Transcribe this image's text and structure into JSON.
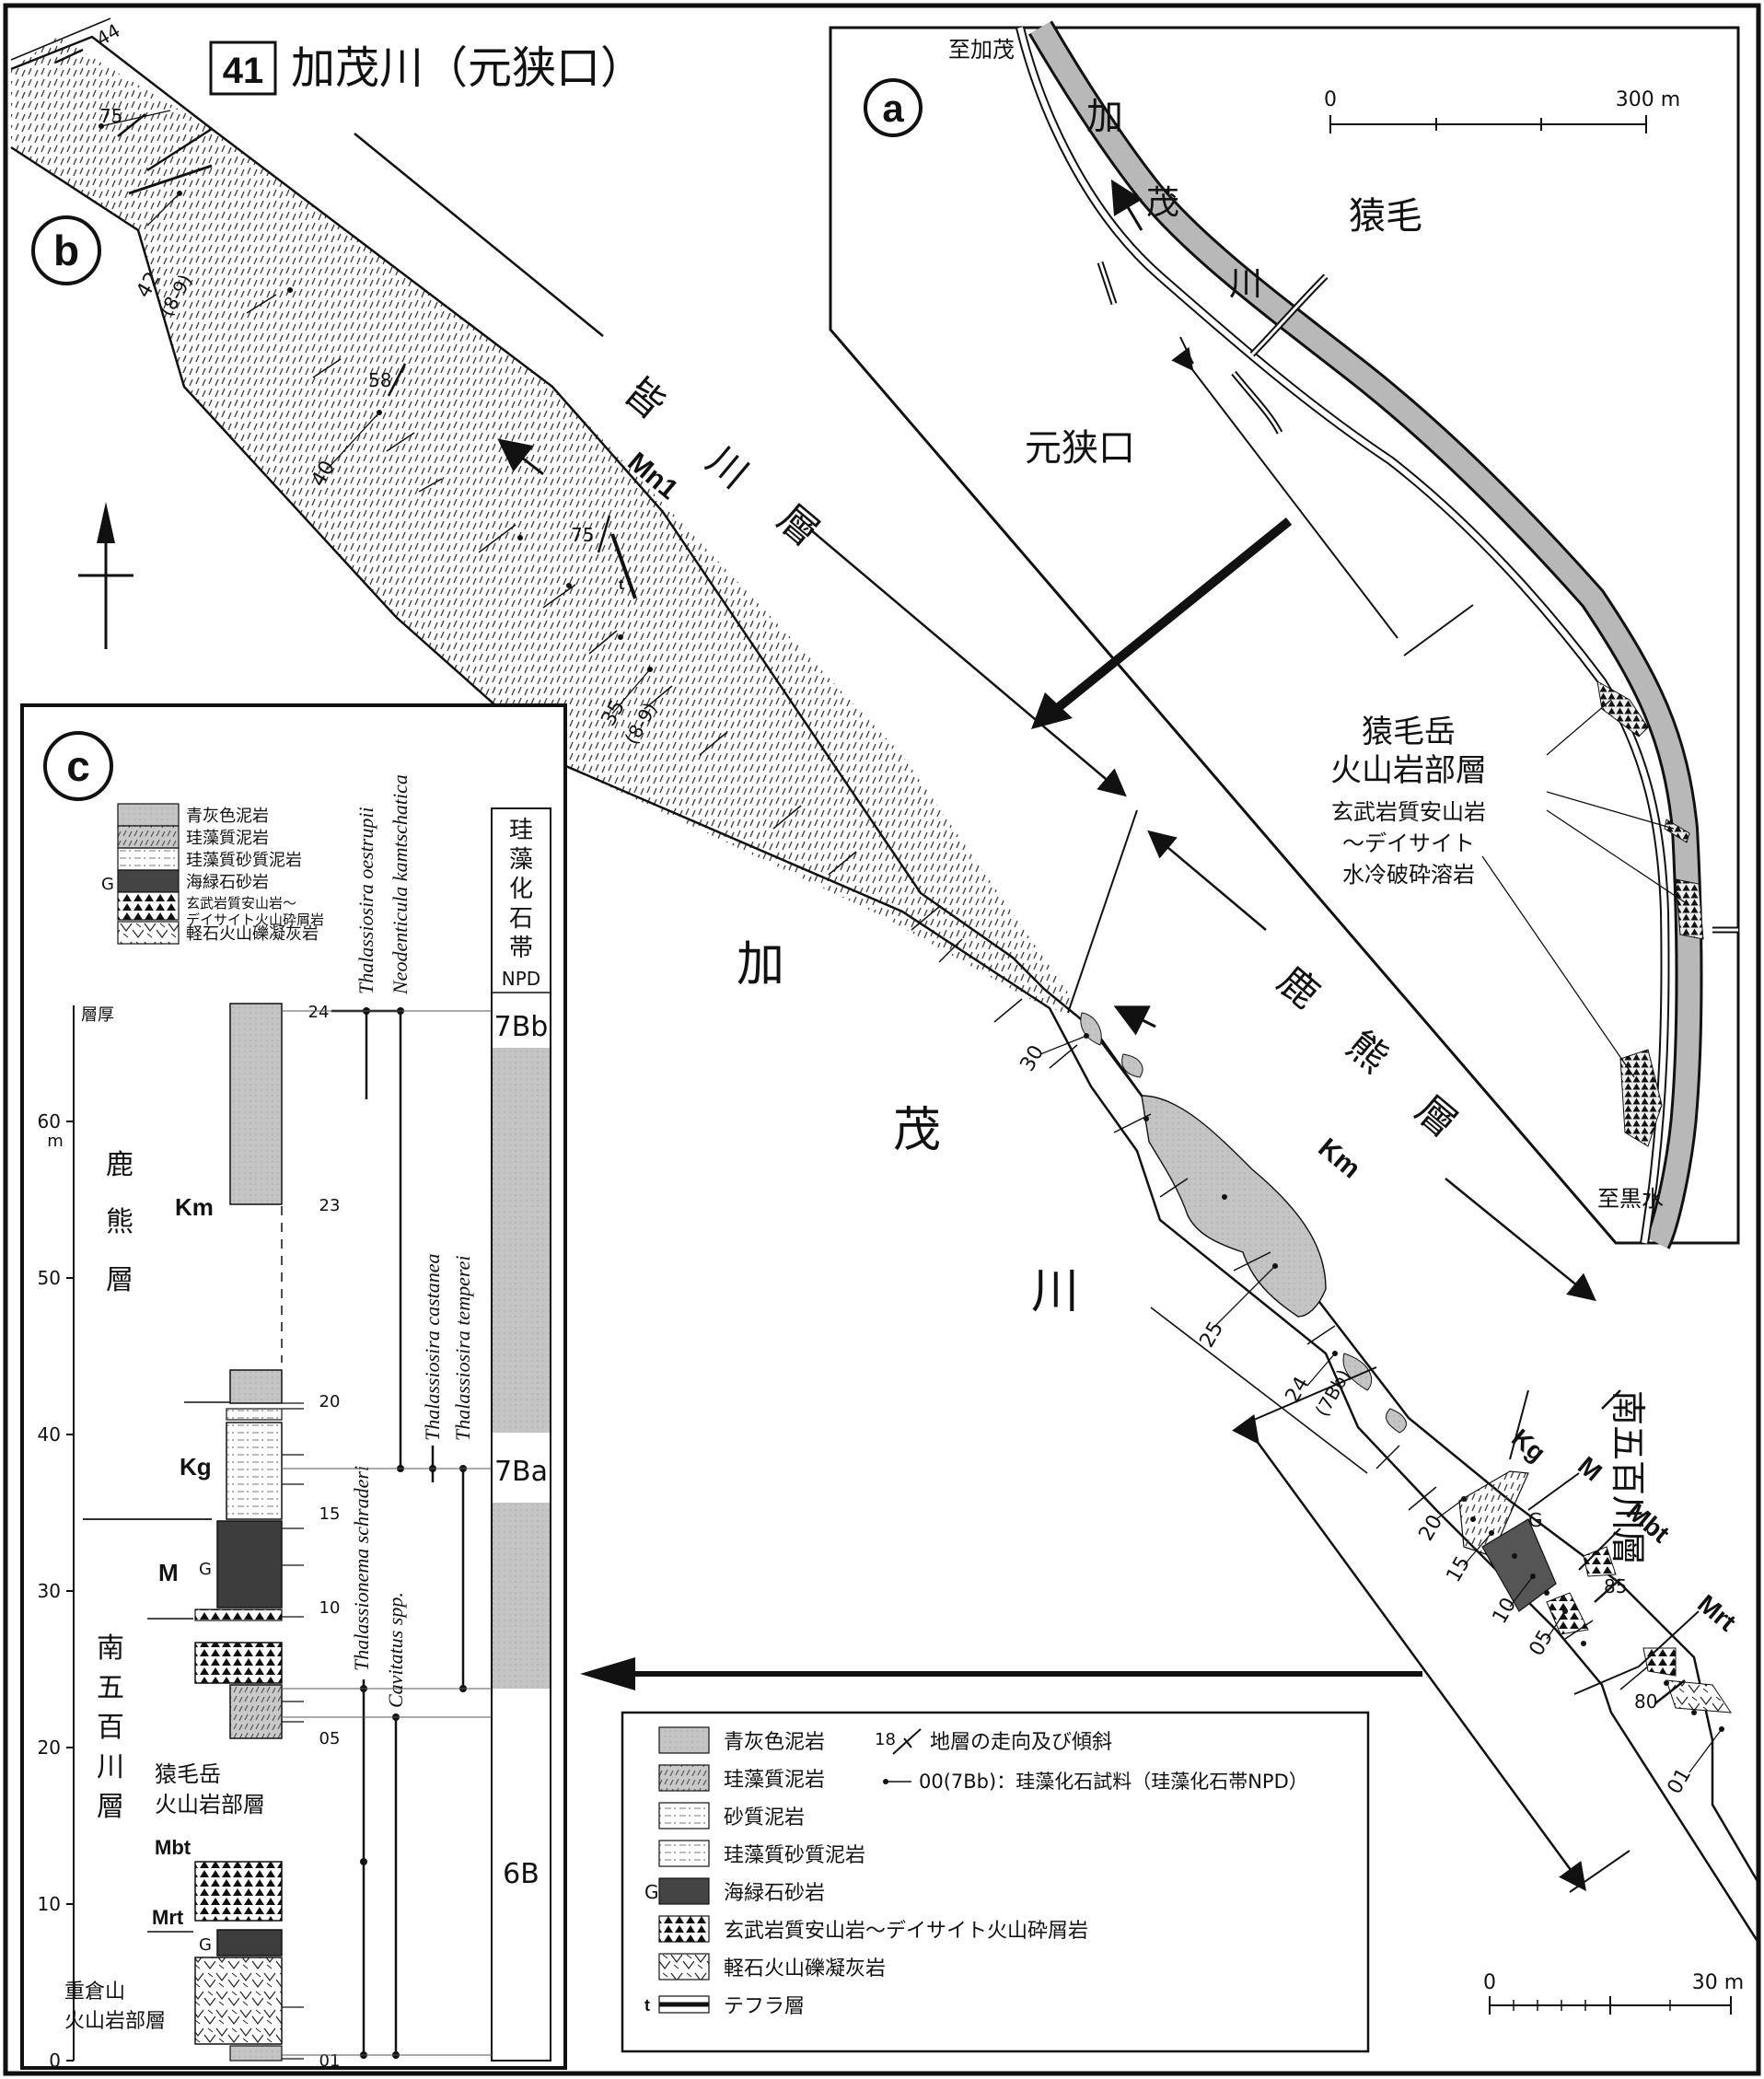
{
  "title": {
    "number": "41",
    "name": "加茂川（元狭口）"
  },
  "panel_letters": {
    "a": "a",
    "b": "b",
    "c": "c"
  },
  "map_a": {
    "to_kamo": "至加茂",
    "to_kurosawa": "至黒水",
    "river_chars": [
      "加",
      "茂",
      "川"
    ],
    "place_sarukke": "猿毛",
    "place_motosakuchi": "元狭口",
    "scale_start": "0",
    "scale_end": "300 m",
    "unit_label_1": "猿毛岳",
    "unit_label_2": "火山岩部層",
    "unit_desc_1": "玄武岩質安山岩",
    "unit_desc_2": "～デイサイト",
    "unit_desc_3": "水冷破砕溶岩"
  },
  "map_b": {
    "formation_minagawa": [
      "皆",
      "川",
      "層"
    ],
    "formation_kakuma": [
      "鹿",
      "熊",
      "層"
    ],
    "formation_minami": "南五百川層",
    "river_chars": [
      "加",
      "茂",
      "川"
    ],
    "codes": {
      "mn1": "Mn1",
      "km": "Km",
      "kg": "Kg",
      "m": "M",
      "mbt": "Mbt",
      "mrt": "Mrt",
      "g1": "G",
      "t": "t"
    },
    "dips": {
      "d44": "44",
      "d75a": "75",
      "d58": "58",
      "d75b": "75",
      "d85": "85",
      "d80": "80"
    },
    "samples": {
      "s42": "42",
      "s42b": "(8-9)",
      "s40": "40",
      "s35": "35",
      "s35b": "(8-9)",
      "s30": "30",
      "s25": "25",
      "s24": "24",
      "s24b": "(7Bb)",
      "s20": "20",
      "s15": "15",
      "s10": "10",
      "s05": "05",
      "s01": "01"
    },
    "scale_start": "0",
    "scale_end": "30 m"
  },
  "legend_b": {
    "items": [
      {
        "label": "青灰色泥岩"
      },
      {
        "label": "珪藻質泥岩"
      },
      {
        "label": "砂質泥岩"
      },
      {
        "label": "珪藻質砂質泥岩"
      },
      {
        "label": "海緑石砂岩",
        "mark": "G"
      },
      {
        "label": "玄武岩質安山岩～デイサイト火山砕屑岩"
      },
      {
        "label": "軽石火山礫凝灰岩"
      },
      {
        "label": "テフラ層",
        "mark": "t"
      }
    ],
    "strike_dip_num": "18",
    "strike_dip_label": "地層の走向及び傾斜",
    "sample_label": "00(7Bb)：珪藻化石試料（珪藻化石帯NPD）"
  },
  "column_c": {
    "legend": [
      "青灰色泥岩",
      "珪藻質泥岩",
      "珪藻質砂質泥岩",
      "海緑石砂岩",
      "玄武岩質安山岩～",
      "デイサイト火山砕屑岩",
      "軽石火山礫凝灰岩"
    ],
    "legend_g": "G",
    "thickness_label": "層厚",
    "unit_m": "m",
    "axis_ticks": [
      "0",
      "10",
      "20",
      "30",
      "40",
      "50",
      "60"
    ],
    "formation_kakuma": [
      "鹿",
      "熊",
      "層"
    ],
    "formation_minami": [
      "南",
      "五",
      "百",
      "川",
      "層"
    ],
    "sarukke_1": "猿毛岳",
    "sarukke_2": "火山岩部層",
    "shigekura_1": "重倉山",
    "shigekura_2": "火山岩部層",
    "codes": {
      "km": "Km",
      "kg": "Kg",
      "m": "M",
      "mbt": "Mbt",
      "mrt": "Mrt",
      "g1": "G",
      "g2": "G"
    },
    "samples": [
      "24",
      "23",
      "20",
      "15",
      "10",
      "05",
      "01"
    ],
    "taxa": [
      "Thalassiosira oestrupii",
      "Neodenticula kamtschatica",
      "Thalassiosira castanea",
      "Thalassiosira temperei",
      "Thalassionema schraderi",
      "Cavitatus spp."
    ],
    "zone_header": [
      "珪",
      "藻",
      "化",
      "石",
      "帯",
      "NPD"
    ],
    "zones": [
      "7Bb",
      "7Ba",
      "6B"
    ]
  }
}
